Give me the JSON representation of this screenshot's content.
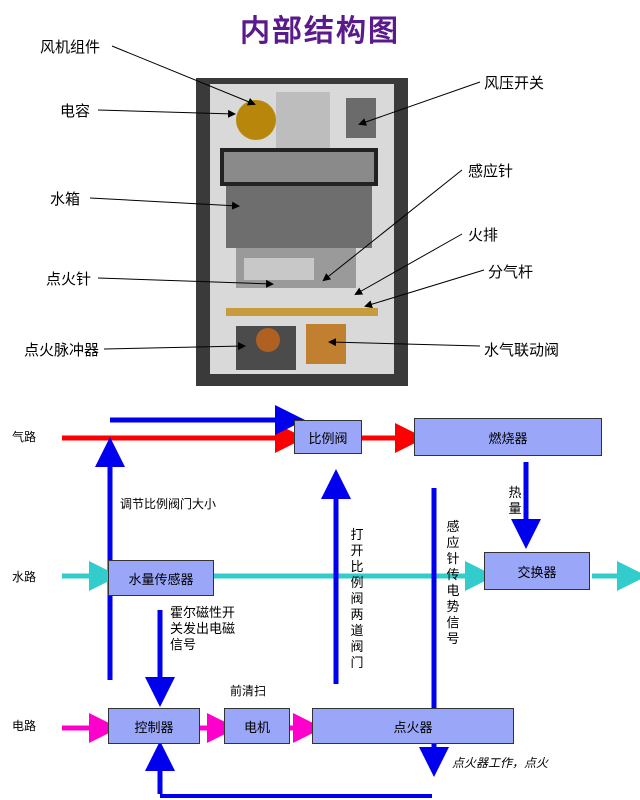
{
  "title": "内部结构图",
  "photo_labels": {
    "fan": "风机组件",
    "capacitor": "电容",
    "water_tank": "水箱",
    "ignition_pin": "点火针",
    "pulse": "点火脉冲器",
    "pressure_switch": "风压开关",
    "sensor_pin": "感应针",
    "burner_row": "火排",
    "gas_rod": "分气杆",
    "linked_valve": "水气联动阀"
  },
  "rows": {
    "gas": "气路",
    "water": "水路",
    "elec": "电路"
  },
  "boxes": {
    "proportional_valve": "比例阀",
    "burner": "燃烧器",
    "water_sensor": "水量传感器",
    "exchanger": "交换器",
    "controller": "控制器",
    "motor": "电机",
    "igniter": "点火器"
  },
  "notes": {
    "adjust": "调节比例阀门大小",
    "hall": "霍尔磁性开关发出电磁信号",
    "prepurge": "前清扫",
    "open_valve": "打开比例阀两道阀门",
    "sensor_signal": "感应针传电势信号",
    "heat": "热量",
    "ignite_work": "点火器工作，点火"
  },
  "colors": {
    "title": "#5a1a8c",
    "gas_arrow": "#ff0000",
    "water_arrow": "#33cccc",
    "elec_arrow": "#ff00cc",
    "control_arrow": "#0000ee",
    "box_fill": "#9aa6f7"
  }
}
